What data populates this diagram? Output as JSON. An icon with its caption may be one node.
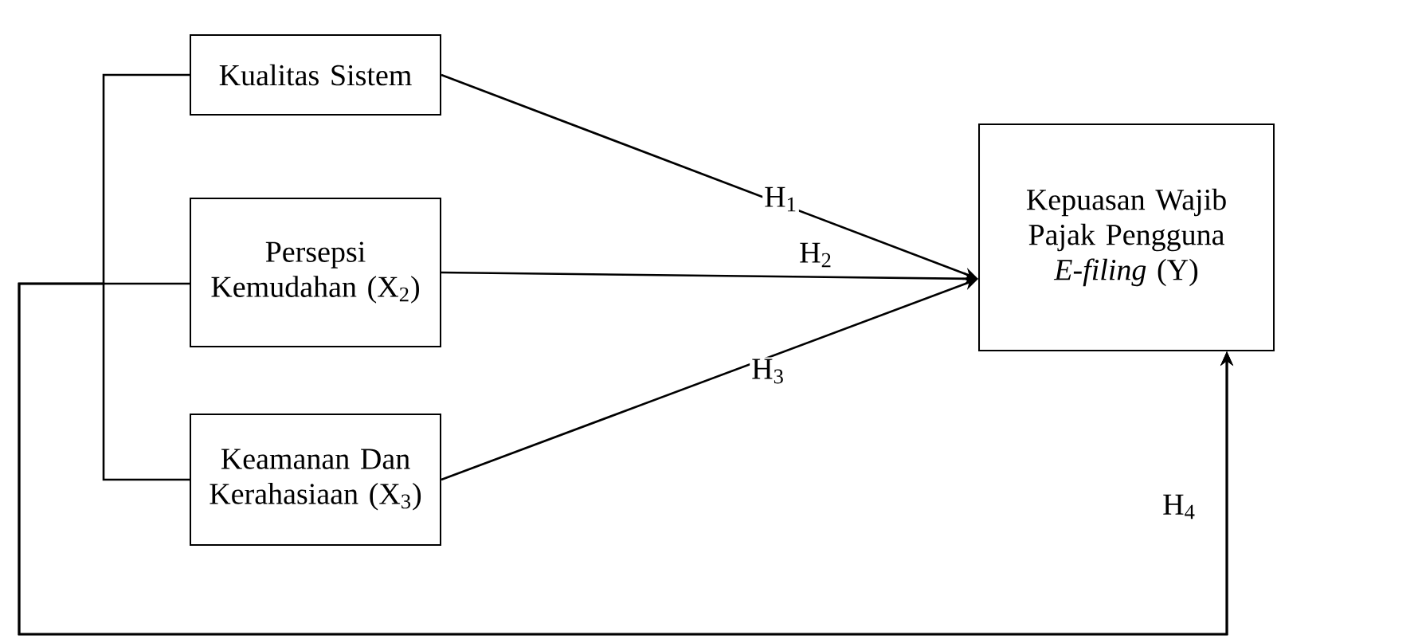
{
  "diagram": {
    "nodes": [
      {
        "text": [
          "Kualitas Sistem"
        ]
      },
      {
        "text": [
          "Persepsi Kemudahan (X$_{2}$)"
        ]
      },
      {
        "text": [
          "Keamanan Dan Kerahasiaan (X$_{3}$)"
        ]
      },
      {
        "text": [
          "Kepuasan Wajib Pajak Pengguna *E-filing* (Y)"
        ]
      }
    ],
    "edges": [
      {
        "from": 0,
        "to": 3,
        "arrow": "to",
        "label": "H$_{1}$"
      },
      {
        "from": 1,
        "to": 3,
        "arrow": "to",
        "label": "H$_{2}$"
      },
      {
        "from": 2,
        "to": 3,
        "arrow": "to",
        "label": "H$_{3}$"
      },
      {
        "from": 0,
        "to": 3,
        "arrow": "to"
      },
      {
        "from": 1,
        "to": 3,
        "arrow": "to",
        "label": "H$_{4}$"
      },
      {
        "from": 2,
        "to": 3,
        "arrow": "to"
      }
    ]
  }
}
